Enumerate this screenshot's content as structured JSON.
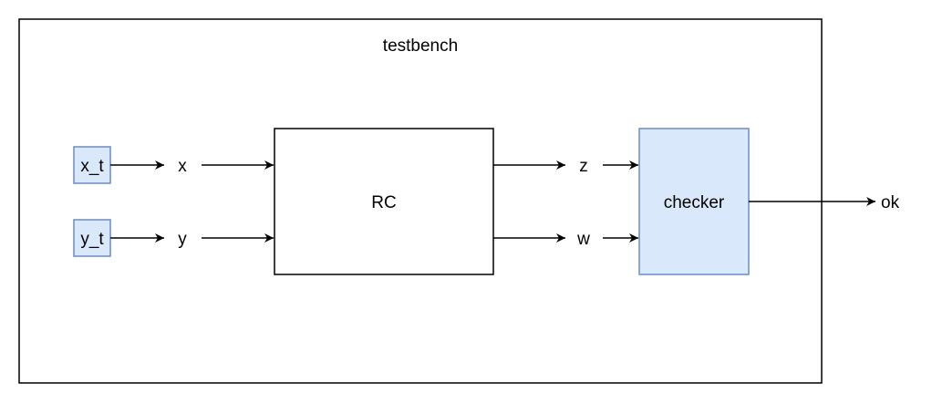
{
  "diagram": {
    "container": {
      "label": "testbench"
    },
    "inputs": [
      {
        "stub": "x_t",
        "signal": "x"
      },
      {
        "stub": "y_t",
        "signal": "y"
      }
    ],
    "dut": {
      "label": "RC"
    },
    "outputs": [
      {
        "signal": "z"
      },
      {
        "signal": "w"
      }
    ],
    "checker": {
      "label": "checker",
      "result": "ok"
    }
  },
  "colors": {
    "stroke": "#000000",
    "highlight_fill": "#dae8fc",
    "highlight_stroke": "#6c8ebf",
    "box_fill": "#ffffff"
  }
}
